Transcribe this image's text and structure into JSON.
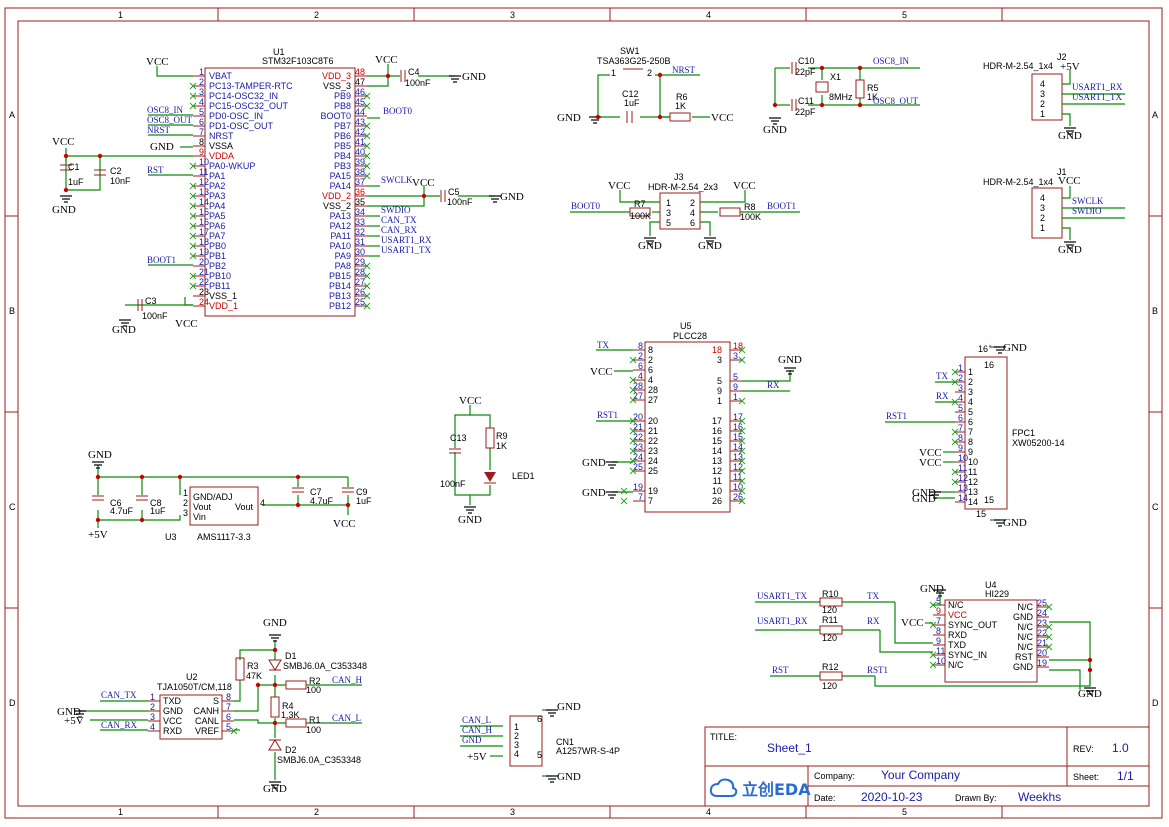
{
  "frame": {
    "cols": [
      "1",
      "2",
      "3",
      "4",
      "5"
    ],
    "rows": [
      "A",
      "B",
      "C",
      "D"
    ]
  },
  "title_block": {
    "title_label": "TITLE:",
    "title": "Sheet_1",
    "rev_label": "REV:",
    "rev": "1.0",
    "company_label": "Company:",
    "company": "Your Company",
    "sheet_label": "Sheet:",
    "sheet": "1/1",
    "date_label": "Date:",
    "date": "2020-10-23",
    "drawn_label": "Drawn By:",
    "drawn": "Weekhs",
    "logo": "立创EDA"
  },
  "u1": {
    "ref": "U1",
    "part": "STM32F103C8T6",
    "left_pins": [
      {
        "n": "1",
        "name": "VBAT"
      },
      {
        "n": "2",
        "name": "PC13-TAMPER-RTC"
      },
      {
        "n": "3",
        "name": "PC14-OSC32_IN"
      },
      {
        "n": "4",
        "name": "PC15-OSC32_OUT"
      },
      {
        "n": "5",
        "name": "PD0-OSC_IN"
      },
      {
        "n": "6",
        "name": "PD1-OSC_OUT"
      },
      {
        "n": "7",
        "name": "NRST"
      },
      {
        "n": "8",
        "name": "VSSA"
      },
      {
        "n": "9",
        "name": "VDDA"
      },
      {
        "n": "10",
        "name": "PA0-WKUP"
      },
      {
        "n": "11",
        "name": "PA1"
      },
      {
        "n": "12",
        "name": "PA2"
      },
      {
        "n": "13",
        "name": "PA3"
      },
      {
        "n": "14",
        "name": "PA4"
      },
      {
        "n": "15",
        "name": "PA5"
      },
      {
        "n": "16",
        "name": "PA6"
      },
      {
        "n": "17",
        "name": "PA7"
      },
      {
        "n": "18",
        "name": "PB0"
      },
      {
        "n": "19",
        "name": "PB1"
      },
      {
        "n": "20",
        "name": "PB2"
      },
      {
        "n": "21",
        "name": "PB10"
      },
      {
        "n": "22",
        "name": "PB11"
      },
      {
        "n": "23",
        "name": "VSS_1"
      },
      {
        "n": "24",
        "name": "VDD_1"
      }
    ],
    "right_pins": [
      {
        "n": "48",
        "name": "VDD_3"
      },
      {
        "n": "47",
        "name": "VSS_3"
      },
      {
        "n": "46",
        "name": "PB9"
      },
      {
        "n": "45",
        "name": "PB8"
      },
      {
        "n": "44",
        "name": "BOOT0"
      },
      {
        "n": "43",
        "name": "PB7"
      },
      {
        "n": "42",
        "name": "PB6"
      },
      {
        "n": "41",
        "name": "PB5"
      },
      {
        "n": "40",
        "name": "PB4"
      },
      {
        "n": "39",
        "name": "PB3"
      },
      {
        "n": "38",
        "name": "PA15"
      },
      {
        "n": "37",
        "name": "PA14"
      },
      {
        "n": "36",
        "name": "VDD_2"
      },
      {
        "n": "35",
        "name": "VSS_2"
      },
      {
        "n": "34",
        "name": "PA13"
      },
      {
        "n": "33",
        "name": "PA12"
      },
      {
        "n": "32",
        "name": "PA11"
      },
      {
        "n": "31",
        "name": "PA10"
      },
      {
        "n": "30",
        "name": "PA9"
      },
      {
        "n": "29",
        "name": "PA8"
      },
      {
        "n": "28",
        "name": "PB15"
      },
      {
        "n": "27",
        "name": "PB14"
      },
      {
        "n": "26",
        "name": "PB13"
      },
      {
        "n": "25",
        "name": "PB12"
      }
    ]
  },
  "u5": {
    "ref": "U5",
    "part": "PLCC28",
    "left_pins": [
      "8",
      "2",
      "6",
      "4",
      "28",
      "27",
      "20",
      "21",
      "22",
      "23",
      "24",
      "25",
      "19",
      "7"
    ],
    "right_pins": [
      "18",
      "3",
      "5",
      "9",
      "1",
      "17",
      "16",
      "15",
      "14",
      "13",
      "12",
      "11",
      "10",
      "26"
    ]
  },
  "fpc1": {
    "ref": "FPC1",
    "part": "XW05200-14",
    "left_pins": [
      "1",
      "2",
      "3",
      "4",
      "5",
      "6",
      "7",
      "8",
      "9",
      "10",
      "11",
      "12",
      "13",
      "14"
    ],
    "right_pins": [
      "10",
      "11",
      "12",
      "13",
      "14"
    ]
  },
  "u4": {
    "ref": "U4",
    "part": "HI229",
    "left_pins": [
      {
        "n": "5",
        "name": "N/C"
      },
      {
        "n": "9",
        "name": "VCC"
      },
      {
        "n": "7",
        "name": "SYNC_OUT"
      },
      {
        "n": "8",
        "name": "RXD"
      },
      {
        "n": "9",
        "name": "TXD"
      },
      {
        "n": "11",
        "name": "SYNC_IN"
      },
      {
        "n": "10",
        "name": "N/C"
      }
    ],
    "right_pins": [
      {
        "n": "25",
        "name": "N/C"
      },
      {
        "n": "24",
        "name": "GND"
      },
      {
        "n": "23",
        "name": "N/C"
      },
      {
        "n": "22",
        "name": "N/C"
      },
      {
        "n": "21",
        "name": "N/C"
      },
      {
        "n": "20",
        "name": "RST"
      },
      {
        "n": "19",
        "name": "GND"
      }
    ]
  },
  "labels": {
    "vcc": "VCC",
    "gnd": "GND",
    "p5v": "+5V",
    "osc8_in": "OSC8_IN",
    "osc8_out": "OSC8_OUT",
    "nrst": "NRST",
    "rst": "RST",
    "rst1": "RST1",
    "boot0": "BOOT0",
    "boot1": "BOOT1",
    "swclk": "SWCLK",
    "swdio": "SWDIO",
    "can_tx": "CAN_TX",
    "can_rx": "CAN_RX",
    "usart1_rx": "USART1_RX",
    "usart1_tx": "USART1_TX",
    "tx": "TX",
    "rx": "RX",
    "can_h": "CAN_H",
    "can_l": "CAN_L"
  },
  "parts": {
    "c1": {
      "ref": "C1",
      "val": "1uF"
    },
    "c2": {
      "ref": "C2",
      "val": "10nF"
    },
    "c3": {
      "ref": "C3",
      "val": "100nF"
    },
    "c4": {
      "ref": "C4",
      "val": "100nF"
    },
    "c5": {
      "ref": "C5",
      "val": "100nF"
    },
    "c6": {
      "ref": "C6",
      "val": "4.7uF"
    },
    "c7": {
      "ref": "C7",
      "val": "4.7uF"
    },
    "c8": {
      "ref": "C8",
      "val": "1uF"
    },
    "c9": {
      "ref": "C9",
      "val": "1uF"
    },
    "c10": {
      "ref": "C10",
      "val": "22pF"
    },
    "c11": {
      "ref": "C11",
      "val": "22pF"
    },
    "c12": {
      "ref": "C12",
      "val": "1uF"
    },
    "c13": {
      "ref": "C13",
      "val": "100nF"
    },
    "r1": {
      "ref": "R1",
      "val": "100"
    },
    "r2": {
      "ref": "R2",
      "val": "100"
    },
    "r3": {
      "ref": "R3",
      "val": "47K"
    },
    "r4": {
      "ref": "R4",
      "val": "1.3K"
    },
    "r5": {
      "ref": "R5",
      "val": "1K"
    },
    "r6": {
      "ref": "R6",
      "val": "1K"
    },
    "r7": {
      "ref": "R7",
      "val": "100K"
    },
    "r8": {
      "ref": "R8",
      "val": "100K"
    },
    "r9": {
      "ref": "R9",
      "val": "1K"
    },
    "r10": {
      "ref": "R10",
      "val": "120"
    },
    "r11": {
      "ref": "R11",
      "val": "120"
    },
    "r12": {
      "ref": "R12",
      "val": "120"
    },
    "sw1": {
      "ref": "SW1",
      "val": "TSA363G25-250B"
    },
    "x1": {
      "ref": "X1",
      "val": "8MHz"
    },
    "j1": {
      "ref": "J1",
      "val": "HDR-M-2.54_1x4"
    },
    "j2": {
      "ref": "J2",
      "val": "HDR-M-2.54_1x4"
    },
    "j3": {
      "ref": "J3",
      "val": "HDR-M-2.54_2x3"
    },
    "u2": {
      "ref": "U2",
      "val": "TJA1050T/CM,118"
    },
    "u3": {
      "ref": "U3",
      "val": "AMS1117-3.3"
    },
    "d1": {
      "ref": "D1",
      "val": "SMBJ6.0A_C353348"
    },
    "d2": {
      "ref": "D2",
      "val": "SMBJ6.0A_C353348"
    },
    "led1": {
      "ref": "LED1"
    },
    "cn1": {
      "ref": "CN1",
      "val": "A1257WR-S-4P"
    }
  },
  "u2_pins": {
    "left": [
      {
        "n": "1",
        "name": "TXD"
      },
      {
        "n": "2",
        "name": "GND"
      },
      {
        "n": "3",
        "name": "VCC"
      },
      {
        "n": "4",
        "name": "RXD"
      }
    ],
    "right": [
      {
        "n": "8",
        "name": "S"
      },
      {
        "n": "7",
        "name": "CANH"
      },
      {
        "n": "6",
        "name": "CANL"
      },
      {
        "n": "5",
        "name": "VREF"
      }
    ]
  },
  "u3_pins": {
    "gnd": "GND/ADJ",
    "vout": "Vout",
    "vin": "Vin",
    "vout_r": "Vout"
  }
}
